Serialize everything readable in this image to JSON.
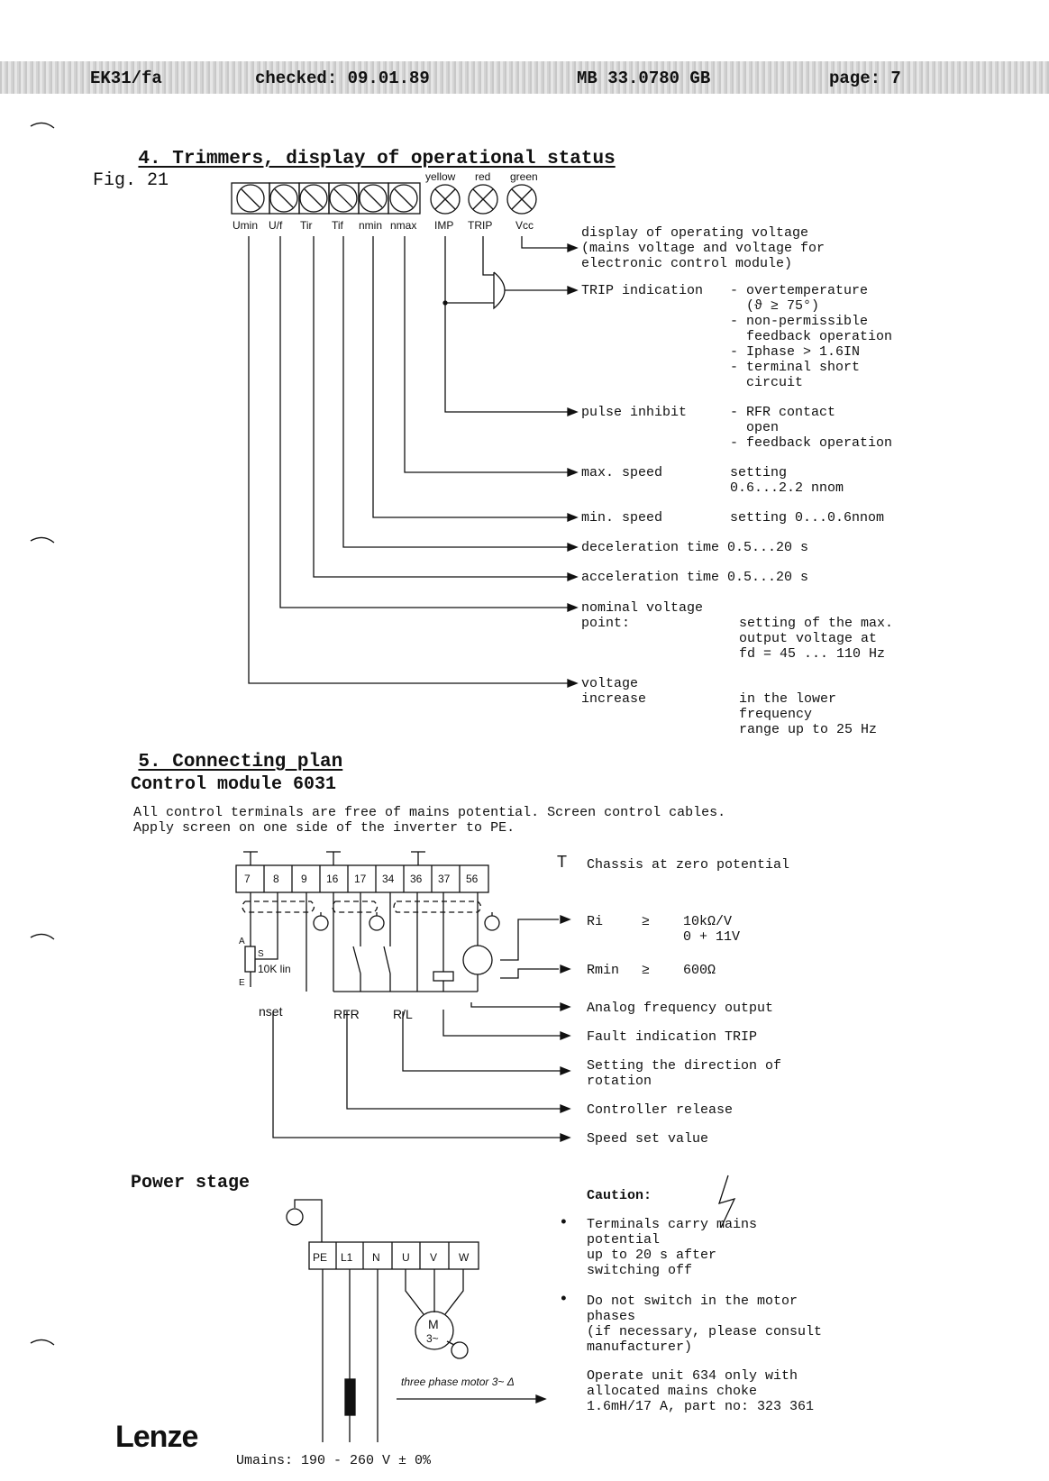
{
  "header": {
    "doc_id": "EK31/fa",
    "checked": "checked: 09.01.89",
    "ref": "MB 33.0780 GB",
    "page": "page: 7"
  },
  "section4": {
    "title": "4. Trimmers, display of operational status",
    "fig": "Fig. 21",
    "lamps": {
      "yellow": "yellow",
      "red": "red",
      "green": "green"
    },
    "trimmer_labels": [
      "Umin",
      "U/f",
      "Tir",
      "Tif",
      "nmin",
      "nmax"
    ],
    "lamp_labels": [
      "IMP",
      "TRIP",
      "Vcc"
    ],
    "items": {
      "vcc": [
        "display of operating voltage",
        "(mains voltage and voltage for",
        "electronic control module)"
      ],
      "trip_label": "TRIP indication",
      "trip_desc": [
        "- overtemperature",
        "  (ϑ ≥ 75°)",
        "- non-permissible",
        "  feedback operation",
        "- Iphase > 1.6IN",
        "- terminal short",
        "  circuit"
      ],
      "pulse_label": "pulse inhibit",
      "pulse_desc": [
        "- RFR contact",
        "  open",
        "- feedback operation"
      ],
      "maxspeed_label": "max. speed",
      "maxspeed_desc": [
        "setting",
        "0.6...2.2 nnom"
      ],
      "minspeed_label": "min. speed",
      "minspeed_desc": "setting 0...0.6nnom",
      "decel": "deceleration time 0.5...20 s",
      "accel": "acceleration time 0.5...20 s",
      "nominal_label": [
        "nominal voltage",
        "point:"
      ],
      "nominal_desc": [
        "setting of the max.",
        "output voltage at",
        "fd = 45 ... 110 Hz"
      ],
      "voltage_label": [
        "voltage",
        "increase"
      ],
      "voltage_desc": [
        "in the lower",
        "frequency",
        "range up to 25 Hz"
      ]
    }
  },
  "section5": {
    "title": "5. Connecting plan",
    "control_title": "Control module 6031",
    "intro": [
      "All control terminals are free of mains potential. Screen control cables.",
      "Apply screen on one side of the inverter to PE."
    ],
    "terminals": [
      "7",
      "8",
      "9",
      "16",
      "17",
      "34",
      "36",
      "37",
      "56"
    ],
    "chassis_symbol": "T",
    "chassis_text": "Chassis at zero potential",
    "pot_label": "10K lin",
    "pot_pins": [
      "A",
      "S",
      "E"
    ],
    "group_labels": [
      "nset",
      "RFR",
      "R/L"
    ],
    "ri": [
      "Ri",
      "≥",
      "10kΩ/V",
      "0 + 11V"
    ],
    "rmin": [
      "Rmin",
      "≥",
      "600Ω"
    ],
    "outputs": [
      "Analog frequency output",
      "Fault indication TRIP",
      "Setting the direction of",
      "rotation",
      "Controller release",
      "Speed set value"
    ],
    "power_title": "Power stage",
    "power_terminals": [
      "PE",
      "L1",
      "N",
      "U",
      "V",
      "W"
    ],
    "motor_label": "three phase motor 3~ Δ",
    "motor_symbol": [
      "M",
      "3~"
    ],
    "caution_title": "Caution:",
    "caution": [
      [
        "Terminals carry mains",
        "potential",
        "up to 20 s after",
        "switching off"
      ],
      [
        "Do not switch in the motor",
        "phases",
        "(if necessary, please consult",
        "manufacturer)"
      ],
      [
        "Operate unit 634 only with",
        "allocated mains choke",
        "1.6mH/17 A, part no: 323 361"
      ]
    ],
    "mains": "Umains: 190 - 260 V ± 0%",
    "brand": "Lenze"
  }
}
